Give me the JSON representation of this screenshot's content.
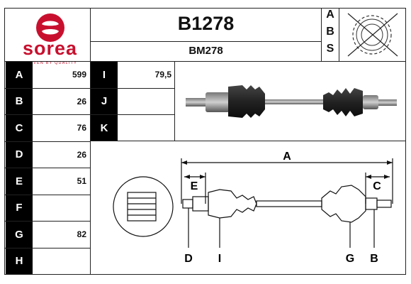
{
  "brand": {
    "name": "sorea",
    "tagline": "DRIVEN BY QUALITY",
    "color": "#c8102e"
  },
  "header": {
    "part_number": "B1278",
    "ref_code": "BM278",
    "abs_letters": [
      "A",
      "B",
      "S"
    ],
    "abs_icon": "abs-ring-crossed-icon"
  },
  "specs_left": [
    {
      "label": "A",
      "value": "599"
    },
    {
      "label": "B",
      "value": "26"
    },
    {
      "label": "C",
      "value": "76"
    },
    {
      "label": "D",
      "value": "26"
    },
    {
      "label": "E",
      "value": "51"
    },
    {
      "label": "F",
      "value": ""
    },
    {
      "label": "G",
      "value": "82"
    },
    {
      "label": "H",
      "value": ""
    }
  ],
  "specs_right": [
    {
      "label": "I",
      "value": "79,5"
    },
    {
      "label": "J",
      "value": ""
    },
    {
      "label": "K",
      "value": ""
    }
  ],
  "diagram": {
    "dimension_labels": [
      "A",
      "E",
      "C",
      "D",
      "I",
      "G",
      "B"
    ]
  }
}
